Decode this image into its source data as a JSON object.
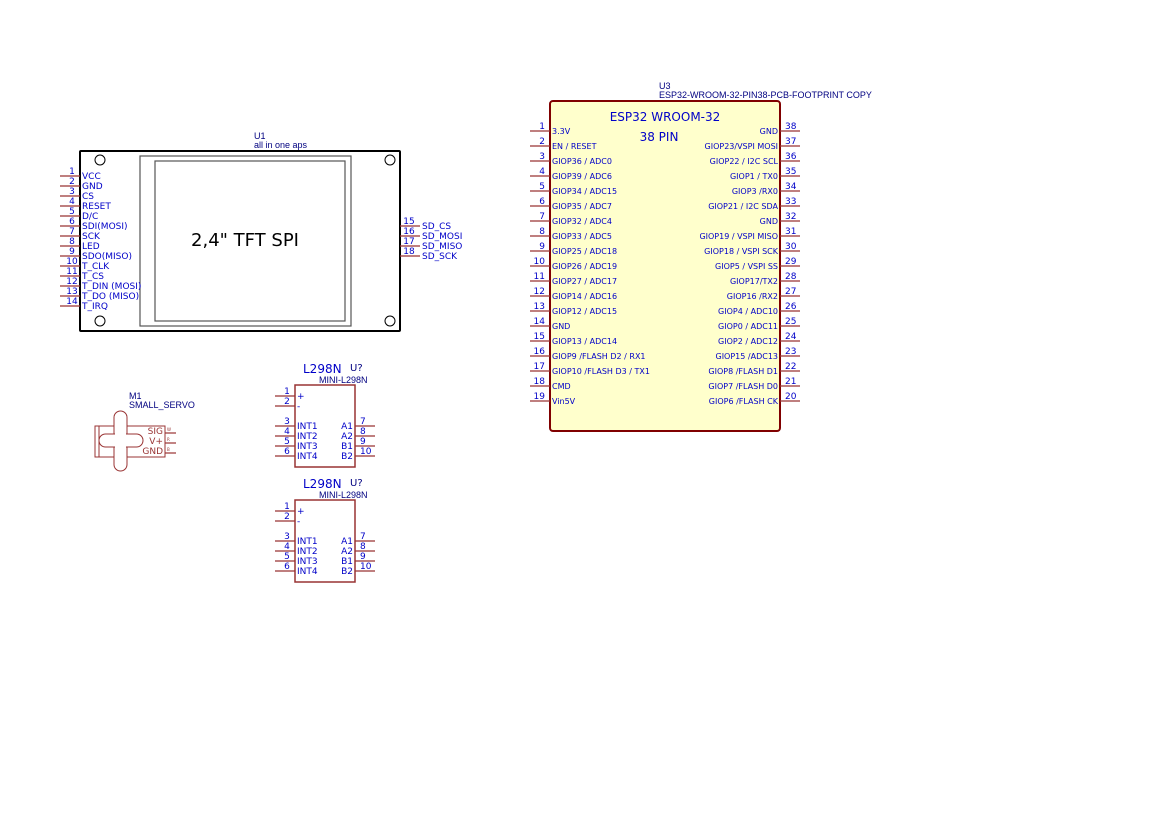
{
  "tft": {
    "reference": "U1",
    "value": "all in one aps",
    "title": "2,4\" TFT SPI",
    "left_pins": [
      {
        "num": "1",
        "label": "VCC"
      },
      {
        "num": "2",
        "label": "GND"
      },
      {
        "num": "3",
        "label": "CS"
      },
      {
        "num": "4",
        "label": "RESET"
      },
      {
        "num": "5",
        "label": "D/C"
      },
      {
        "num": "6",
        "label": "SDI(MOSI)"
      },
      {
        "num": "7",
        "label": "SCK"
      },
      {
        "num": "8",
        "label": "LED"
      },
      {
        "num": "9",
        "label": "SDO(MISO)"
      },
      {
        "num": "10",
        "label": "T_CLK"
      },
      {
        "num": "11",
        "label": "T_CS"
      },
      {
        "num": "12",
        "label": "T_DIN (MOSI)"
      },
      {
        "num": "13",
        "label": "T_DO (MISO)"
      },
      {
        "num": "14",
        "label": "T_IRQ"
      }
    ],
    "right_pins": [
      {
        "num": "15",
        "label": "SD_CS"
      },
      {
        "num": "16",
        "label": "SD_MOSI"
      },
      {
        "num": "17",
        "label": "SD_MISO"
      },
      {
        "num": "18",
        "label": "SD_SCK"
      }
    ]
  },
  "esp32": {
    "reference": "U3",
    "value": "ESP32-WROOM-32-PIN38-PCB-FOOTPRINT COPY",
    "title": "ESP32 WROOM-32",
    "subtitle": "38 PIN",
    "left_pins": [
      {
        "num": "1",
        "label": "3.3V"
      },
      {
        "num": "2",
        "label": "EN / RESET"
      },
      {
        "num": "3",
        "label": "GIOP36 / ADC0"
      },
      {
        "num": "4",
        "label": "GIOP39 / ADC6"
      },
      {
        "num": "5",
        "label": "GIOP34 / ADC15"
      },
      {
        "num": "6",
        "label": "GIOP35 / ADC7"
      },
      {
        "num": "7",
        "label": "GIOP32 / ADC4"
      },
      {
        "num": "8",
        "label": "GIOP33 / ADC5"
      },
      {
        "num": "9",
        "label": "GIOP25 / ADC18"
      },
      {
        "num": "10",
        "label": "GIOP26 / ADC19"
      },
      {
        "num": "11",
        "label": "GIOP27 / ADC17"
      },
      {
        "num": "12",
        "label": "GIOP14 / ADC16"
      },
      {
        "num": "13",
        "label": "GIOP12 / ADC15"
      },
      {
        "num": "14",
        "label": "GND"
      },
      {
        "num": "15",
        "label": "GIOP13 / ADC14"
      },
      {
        "num": "16",
        "label": "GIOP9 /FLASH D2 / RX1"
      },
      {
        "num": "17",
        "label": "GIOP10 /FLASH D3 / TX1"
      },
      {
        "num": "18",
        "label": "CMD"
      },
      {
        "num": "19",
        "label": "Vin5V"
      }
    ],
    "right_pins": [
      {
        "num": "38",
        "label": "GND"
      },
      {
        "num": "37",
        "label": "GIOP23/VSPI MOSI"
      },
      {
        "num": "36",
        "label": "GIOP22 / I2C SCL"
      },
      {
        "num": "35",
        "label": "GIOP1 / TX0"
      },
      {
        "num": "34",
        "label": "GIOP3 /RX0"
      },
      {
        "num": "33",
        "label": "GIOP21 / I2C SDA"
      },
      {
        "num": "32",
        "label": "GND"
      },
      {
        "num": "31",
        "label": "GIOP19 / VSPI MISO"
      },
      {
        "num": "30",
        "label": "GIOP18 / VSPI SCK"
      },
      {
        "num": "29",
        "label": "GIOP5 / VSPI SS"
      },
      {
        "num": "28",
        "label": "GIOP17/TX2"
      },
      {
        "num": "27",
        "label": "GIOP16 /RX2"
      },
      {
        "num": "26",
        "label": "GIOP4 / ADC10"
      },
      {
        "num": "25",
        "label": "GIOP0 / ADC11"
      },
      {
        "num": "24",
        "label": "GIOP2 / ADC12"
      },
      {
        "num": "23",
        "label": "GIOP15 /ADC13"
      },
      {
        "num": "22",
        "label": "GIOP8 /FLASH D1"
      },
      {
        "num": "21",
        "label": "GIOP7 /FLASH D0"
      },
      {
        "num": "20",
        "label": "GIOP6 /FLASH CK"
      }
    ]
  },
  "servo": {
    "reference": "M1",
    "value": "SMALL_SERVO",
    "pins": [
      {
        "label": "SIG",
        "tag": "W"
      },
      {
        "label": "V+",
        "tag": "R"
      },
      {
        "label": "GND",
        "tag": "B"
      }
    ]
  },
  "drivers": [
    {
      "title": "L298N",
      "reference": "U?",
      "value": "MINI-L298N",
      "left_pins": [
        {
          "num": "1",
          "label": "+"
        },
        {
          "num": "2",
          "label": "-"
        },
        {
          "num": "3",
          "label": "INT1"
        },
        {
          "num": "4",
          "label": "INT2"
        },
        {
          "num": "5",
          "label": "INT3"
        },
        {
          "num": "6",
          "label": "INT4"
        }
      ],
      "right_pins": [
        {
          "num": "7",
          "label": "A1"
        },
        {
          "num": "8",
          "label": "A2"
        },
        {
          "num": "9",
          "label": "B1"
        },
        {
          "num": "10",
          "label": "B2"
        }
      ]
    },
    {
      "title": "L298N",
      "reference": "U?",
      "value": "MINI-L298N",
      "left_pins": [
        {
          "num": "1",
          "label": "+"
        },
        {
          "num": "2",
          "label": "-"
        },
        {
          "num": "3",
          "label": "INT1"
        },
        {
          "num": "4",
          "label": "INT2"
        },
        {
          "num": "5",
          "label": "INT3"
        },
        {
          "num": "6",
          "label": "INT4"
        }
      ],
      "right_pins": [
        {
          "num": "7",
          "label": "A1"
        },
        {
          "num": "8",
          "label": "A2"
        },
        {
          "num": "9",
          "label": "B1"
        },
        {
          "num": "10",
          "label": "B2"
        }
      ]
    }
  ],
  "colors": {
    "body_outline": "#800000",
    "esp_fill": "#ffffcc",
    "text": "#0000c8",
    "pin": "#993333"
  }
}
